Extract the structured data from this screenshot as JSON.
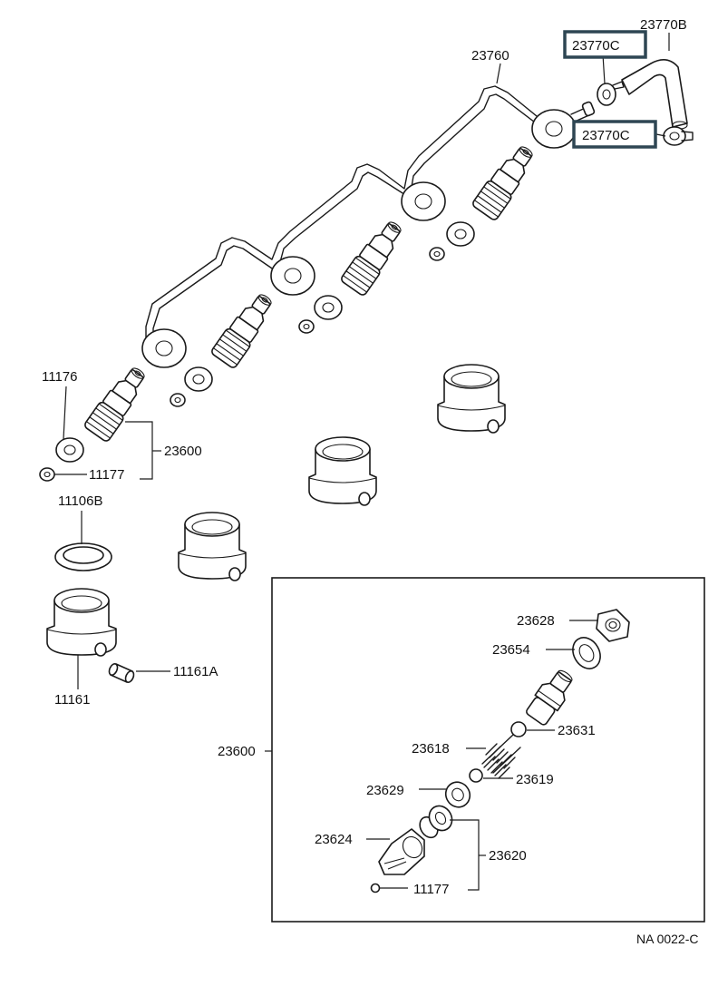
{
  "diagram": {
    "colors": {
      "line": "#1a1a1a",
      "highlight_border": "#2e4653",
      "background": "#ffffff"
    },
    "callouts": {
      "c23770B": "23770B",
      "c23770C_top": "23770C",
      "c23770C_side": "23770C",
      "c23760": "23760",
      "c11176": "11176",
      "c23600_main": "23600",
      "c11177_main": "11177",
      "c11106B": "11106B",
      "c11161A": "11161A",
      "c11161": "11161",
      "c23600_box": "23600",
      "c23628": "23628",
      "c23654": "23654",
      "c23631": "23631",
      "c23618": "23618",
      "c23619": "23619",
      "c23629": "23629",
      "c23624": "23624",
      "c23620": "23620",
      "c11177_box": "11177"
    },
    "figure_code": "NA 0022-C"
  }
}
